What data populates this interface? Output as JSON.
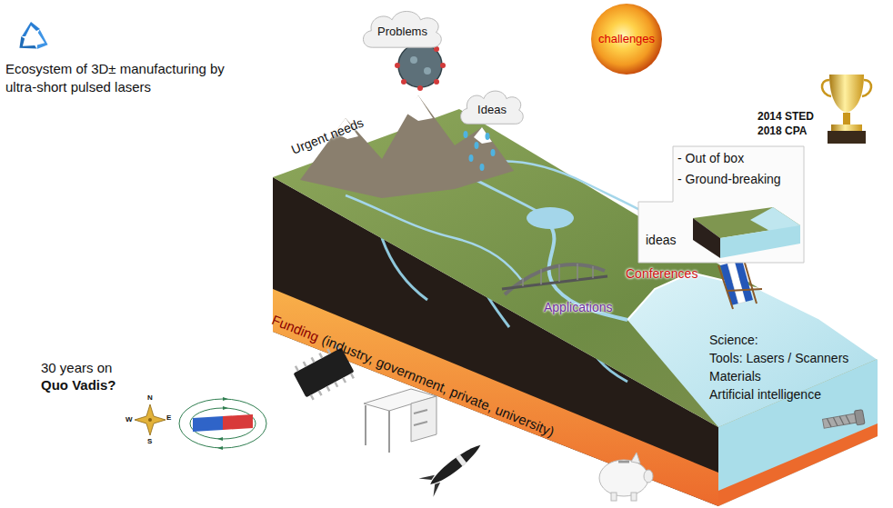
{
  "diagram": {
    "title": "Ecosystem of 3D± manufacturing by ultra-short pulsed lasers",
    "nodes": [
      {
        "text": [
          "Problems"
        ]
      },
      {
        "text": [
          "Ideas"
        ]
      },
      {
        "text": [
          "challenges"
        ]
      },
      {
        "text": [
          "- Out of box",
          "- Ground-breaking",
          "ideas"
        ]
      }
    ],
    "labels": [
      "Urgent needs",
      "2014 STED",
      "2018 CPA",
      "Conferences",
      "Applications",
      "Funding",
      "(industry, government, private, university)",
      "Science:",
      "Tools: Lasers / Scanners",
      "Materials",
      "Artificial intelligence",
      "30 years on",
      "Quo Vadis?",
      "N",
      "W",
      "E",
      "S"
    ]
  }
}
